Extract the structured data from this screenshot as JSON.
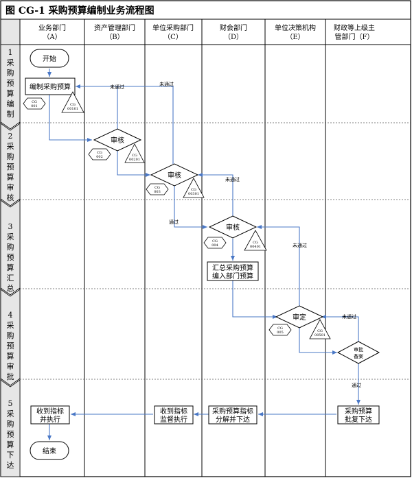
{
  "title": "图 CG-1 采购预算编制业务流程图",
  "columns": [
    {
      "name": "业务部门",
      "code": "（A）"
    },
    {
      "name": "资产管理部门",
      "code": "（B）"
    },
    {
      "name": "单位采购部门",
      "code": "（C）"
    },
    {
      "name": "财会部门",
      "code": "（D）"
    },
    {
      "name": "单位决策机构",
      "code": "（E）"
    },
    {
      "name": "财政等上级主",
      "code": "管部门（F）"
    }
  ],
  "phases": [
    {
      "num": "1",
      "label": "采购预算编制"
    },
    {
      "num": "2",
      "label": "采购预算审核"
    },
    {
      "num": "3",
      "label": "采购预算汇总"
    },
    {
      "num": "4",
      "label": "采购预算审批"
    },
    {
      "num": "5",
      "label": "采购预算下达"
    }
  ],
  "nodes": {
    "start": "开始",
    "prepare": "编制采购预算",
    "review_b": "审核",
    "review_c": "审核",
    "review_d": "审核",
    "summary_l1": "汇总采购预算",
    "summary_l2": "编入部门预算",
    "decide_e": "审定",
    "approve_l1": "审批",
    "approve_l2": "备案",
    "issue_l1": "采购预算",
    "issue_l2": "批复下达",
    "decompose_l1": "采购预算指标",
    "decompose_l2": "分解并下达",
    "supervise_l1": "收到指标",
    "supervise_l2": "监督执行",
    "execute_l1": "收到指标",
    "execute_l2": "并执行",
    "end": "结束"
  },
  "codes": {
    "hex_a": "CG\n001",
    "tri_a": "CG\n00101",
    "hex_b": "CG\n002",
    "tri_b": "CG\n00201",
    "hex_c": "CG\n003",
    "tri_c": "CG\n00301",
    "hex_d": "CG\n004",
    "tri_d": "CG\n00401",
    "hex_e": "CG\n005",
    "tri_e": "CG\n00501"
  },
  "edge_labels": {
    "not_passed": "未通过",
    "passed": "通过"
  },
  "colors": {
    "arrow": "#4a78c6",
    "line": "#000000",
    "header_bg": "#e6e6e6",
    "grid": "#bbbbbb"
  }
}
